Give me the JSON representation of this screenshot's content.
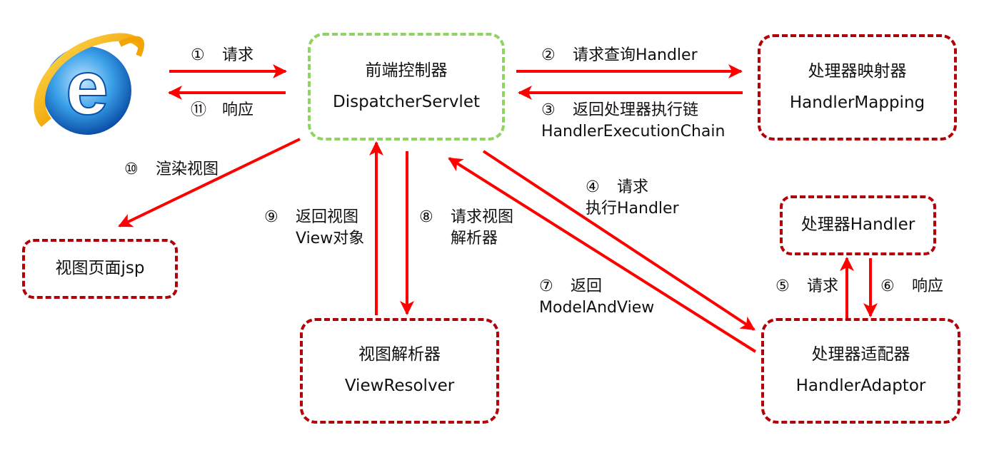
{
  "nodes": {
    "dispatcher": {
      "line1": "前端控制器",
      "line2": "DispatcherServlet"
    },
    "mapping": {
      "line1": "处理器映射器",
      "line2": "HandlerMapping"
    },
    "handler": {
      "line1": "处理器Handler"
    },
    "adaptor": {
      "line1": "处理器适配器",
      "line2": "HandlerAdaptor"
    },
    "viewresolver": {
      "line1": "视图解析器",
      "line2": "ViewResolver"
    },
    "jsp": {
      "line1": "视图页面jsp"
    }
  },
  "steps": [
    {
      "num": "①",
      "text": "请求"
    },
    {
      "num": "②",
      "text": "请求查询Handler"
    },
    {
      "num": "③",
      "text": "返回处理器执行链",
      "text2": "HandlerExecutionChain"
    },
    {
      "num": "④",
      "text": "请求",
      "text2": "执行Handler"
    },
    {
      "num": "⑤",
      "text": "请求"
    },
    {
      "num": "⑥",
      "text": "响应"
    },
    {
      "num": "⑦",
      "text": "返回",
      "text2": "ModelAndView"
    },
    {
      "num": "⑧",
      "text": "请求视图",
      "text2": "解析器"
    },
    {
      "num": "⑨",
      "text": "返回视图",
      "text2": "View对象"
    },
    {
      "num": "⑩",
      "text": "渲染视图"
    },
    {
      "num": "⑪",
      "text": "响应"
    }
  ],
  "icons": {
    "browser": "internet-explorer-icon"
  },
  "colors": {
    "arrow": "#ff0000",
    "box_border": "#b00008",
    "front_border": "#8fd460"
  }
}
